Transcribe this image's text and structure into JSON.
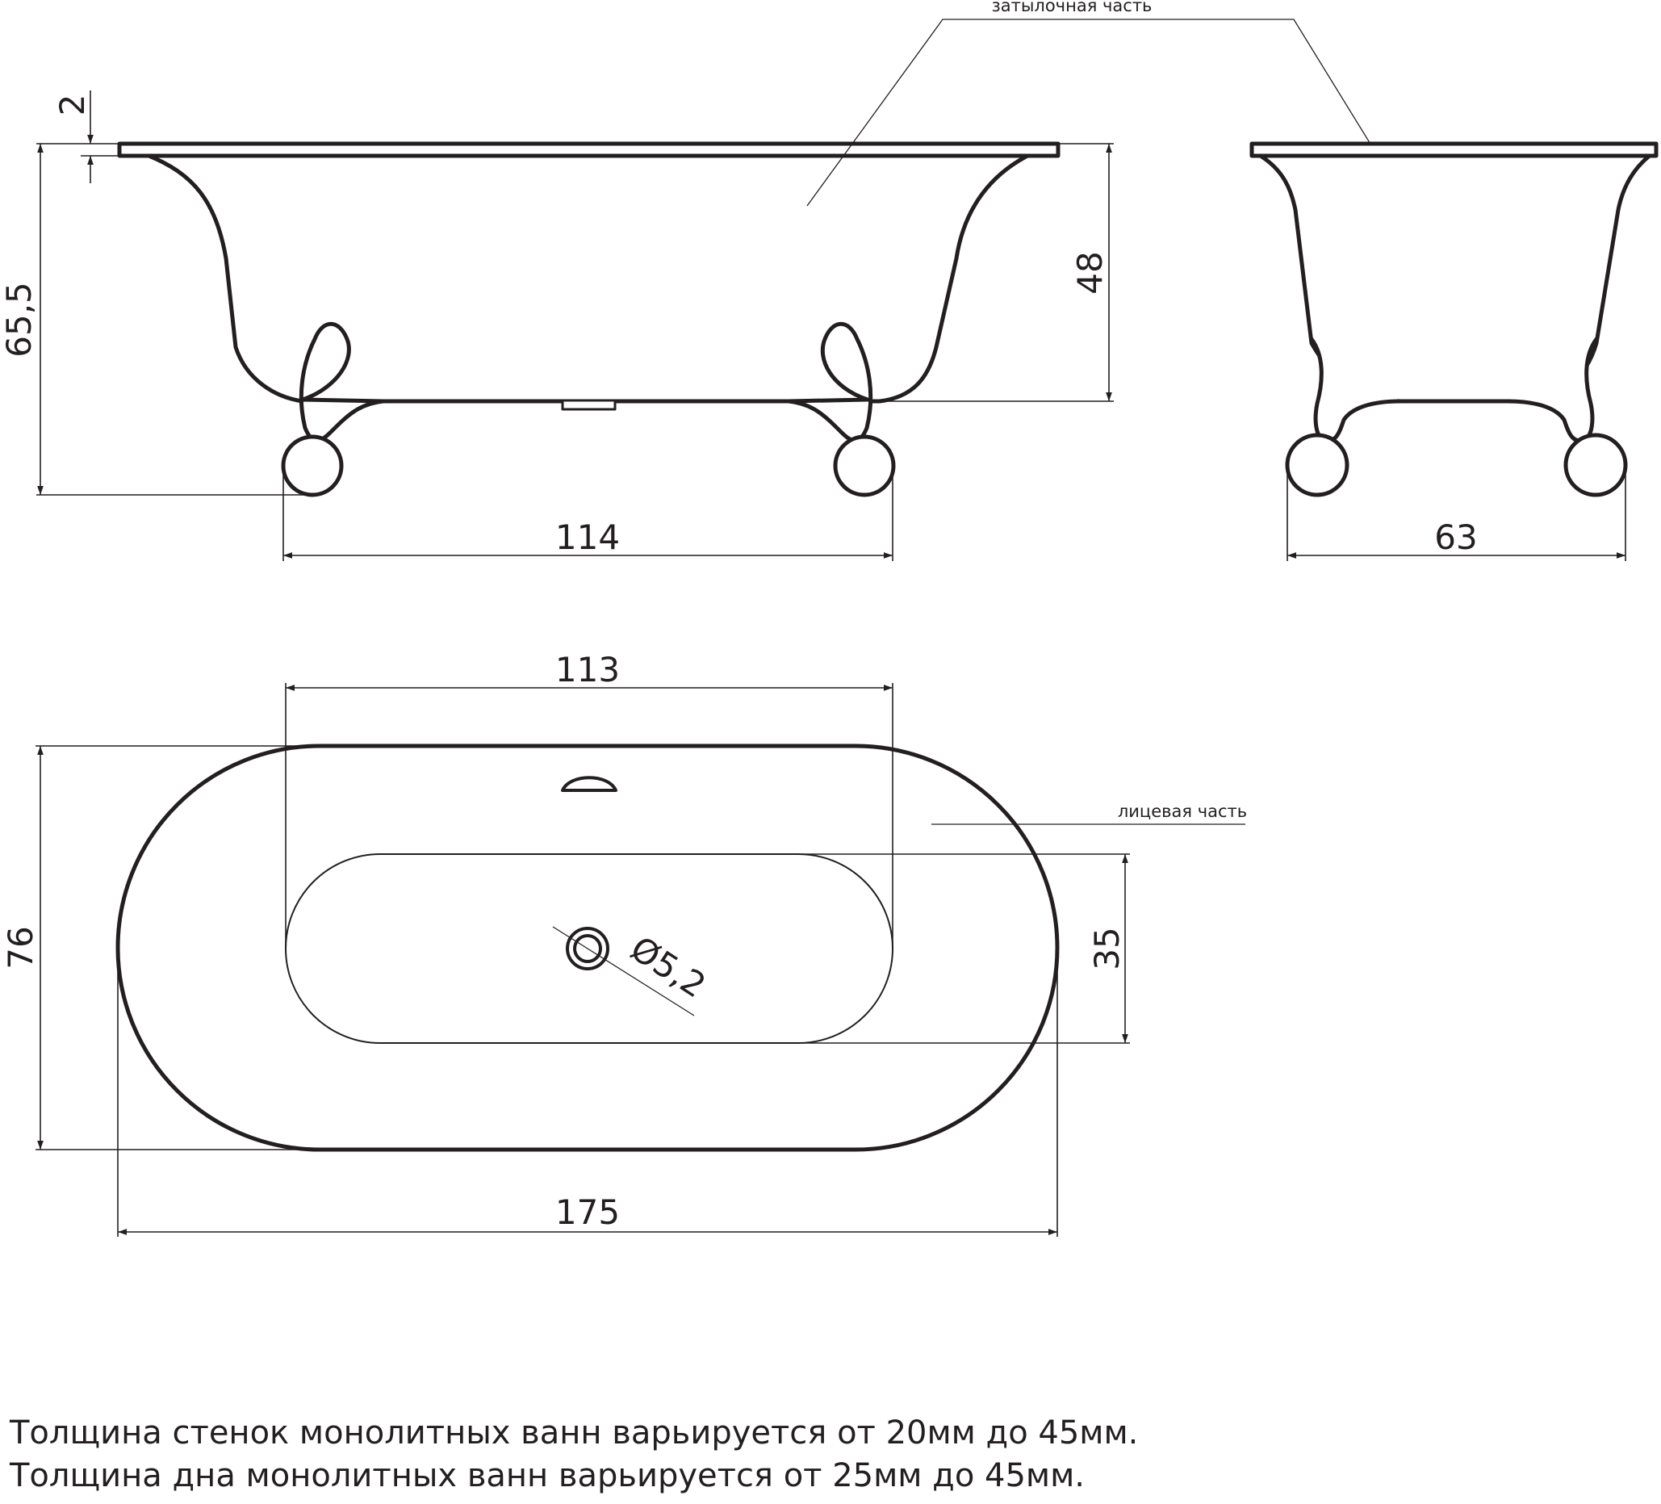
{
  "labels": {
    "back_part": "затылочная часть",
    "front_part": "лицевая часть"
  },
  "dimensions": {
    "rim_thickness": "2",
    "total_height": "65,5",
    "bowl_depth": "48",
    "feet_span_length": "114",
    "feet_span_width": "63",
    "inner_length": "113",
    "outer_width": "76",
    "inner_width": "35",
    "drain_diameter": "Ø5,2",
    "outer_length": "175"
  },
  "notes": [
    "Толщина стенок монолитных ванн варьируется от 20мм до 45мм.",
    "Толщина дна монолитных ванн варьируется от 25мм до 45мм."
  ]
}
